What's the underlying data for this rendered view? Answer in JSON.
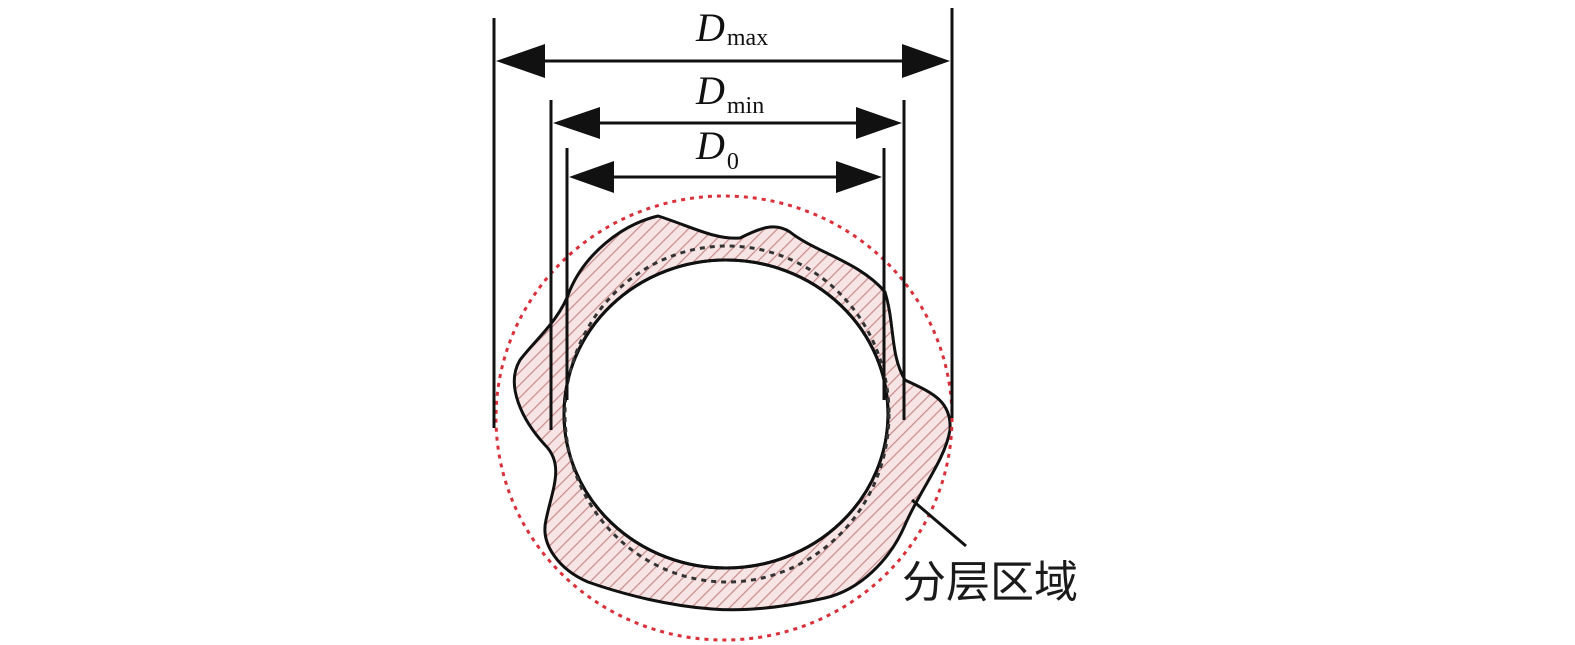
{
  "dimensions": {
    "max": {
      "symbol": "D",
      "subscript": "max"
    },
    "min": {
      "symbol": "D",
      "subscript": "min"
    },
    "nominal": {
      "symbol": "D",
      "subscript": "0"
    }
  },
  "region_label": "分层区域",
  "colors": {
    "line": "#111111",
    "hatch": "#c98a8a",
    "hatch_fill": "#f5dede",
    "dotted_circle": "#d9303a",
    "inner_dashed": "#333333"
  }
}
